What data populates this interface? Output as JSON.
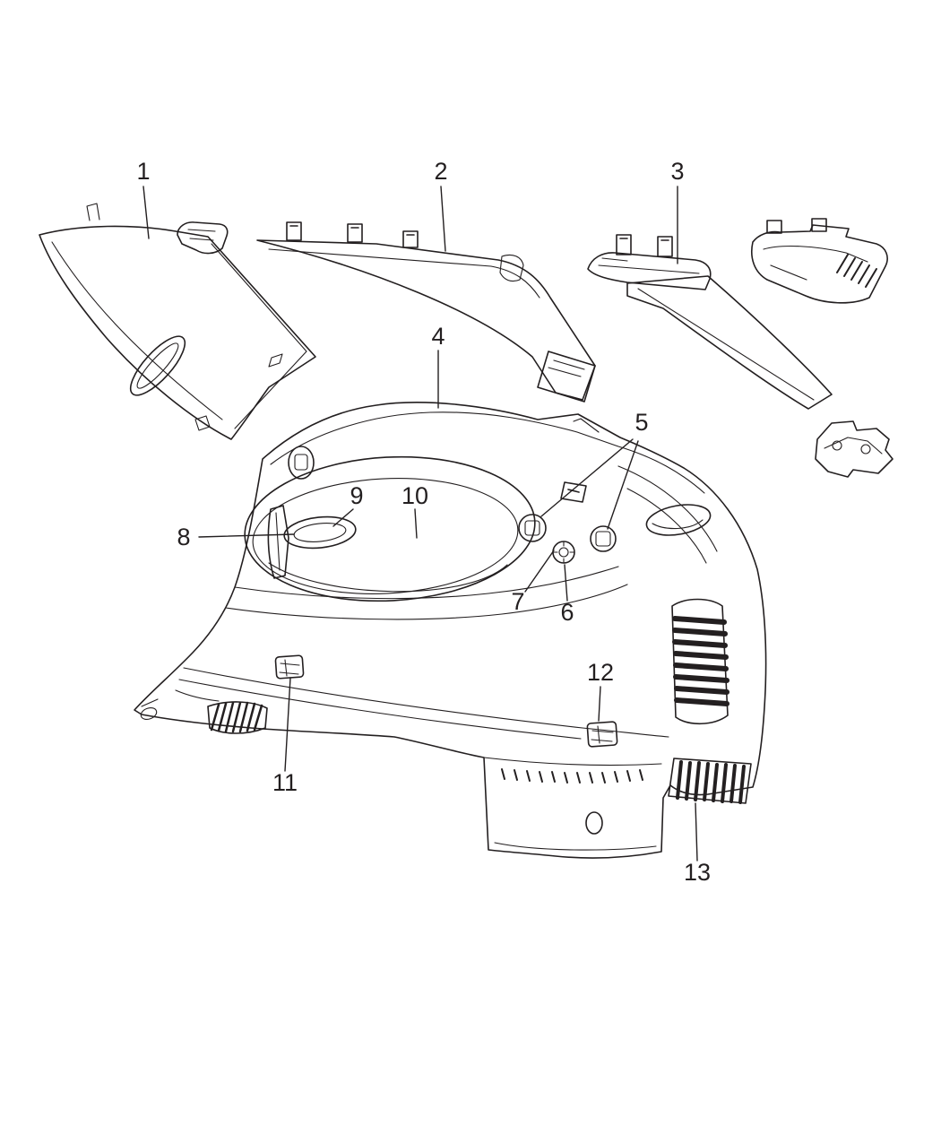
{
  "diagram": {
    "type": "parts-diagram",
    "subject": "vehicle-quarter-interior-trim-panels",
    "colors": {
      "background": "#ffffff",
      "line": "#231f20"
    },
    "callouts": [
      {
        "id": 1,
        "label": "1"
      },
      {
        "id": 2,
        "label": "2"
      },
      {
        "id": 3,
        "label": "3"
      },
      {
        "id": 4,
        "label": "4"
      },
      {
        "id": 5,
        "label": "5"
      },
      {
        "id": 6,
        "label": "6"
      },
      {
        "id": 7,
        "label": "7"
      },
      {
        "id": 8,
        "label": "8"
      },
      {
        "id": 9,
        "label": "9"
      },
      {
        "id": 10,
        "label": "10"
      },
      {
        "id": 11,
        "label": "11"
      },
      {
        "id": 12,
        "label": "12"
      },
      {
        "id": 13,
        "label": "13"
      }
    ]
  }
}
